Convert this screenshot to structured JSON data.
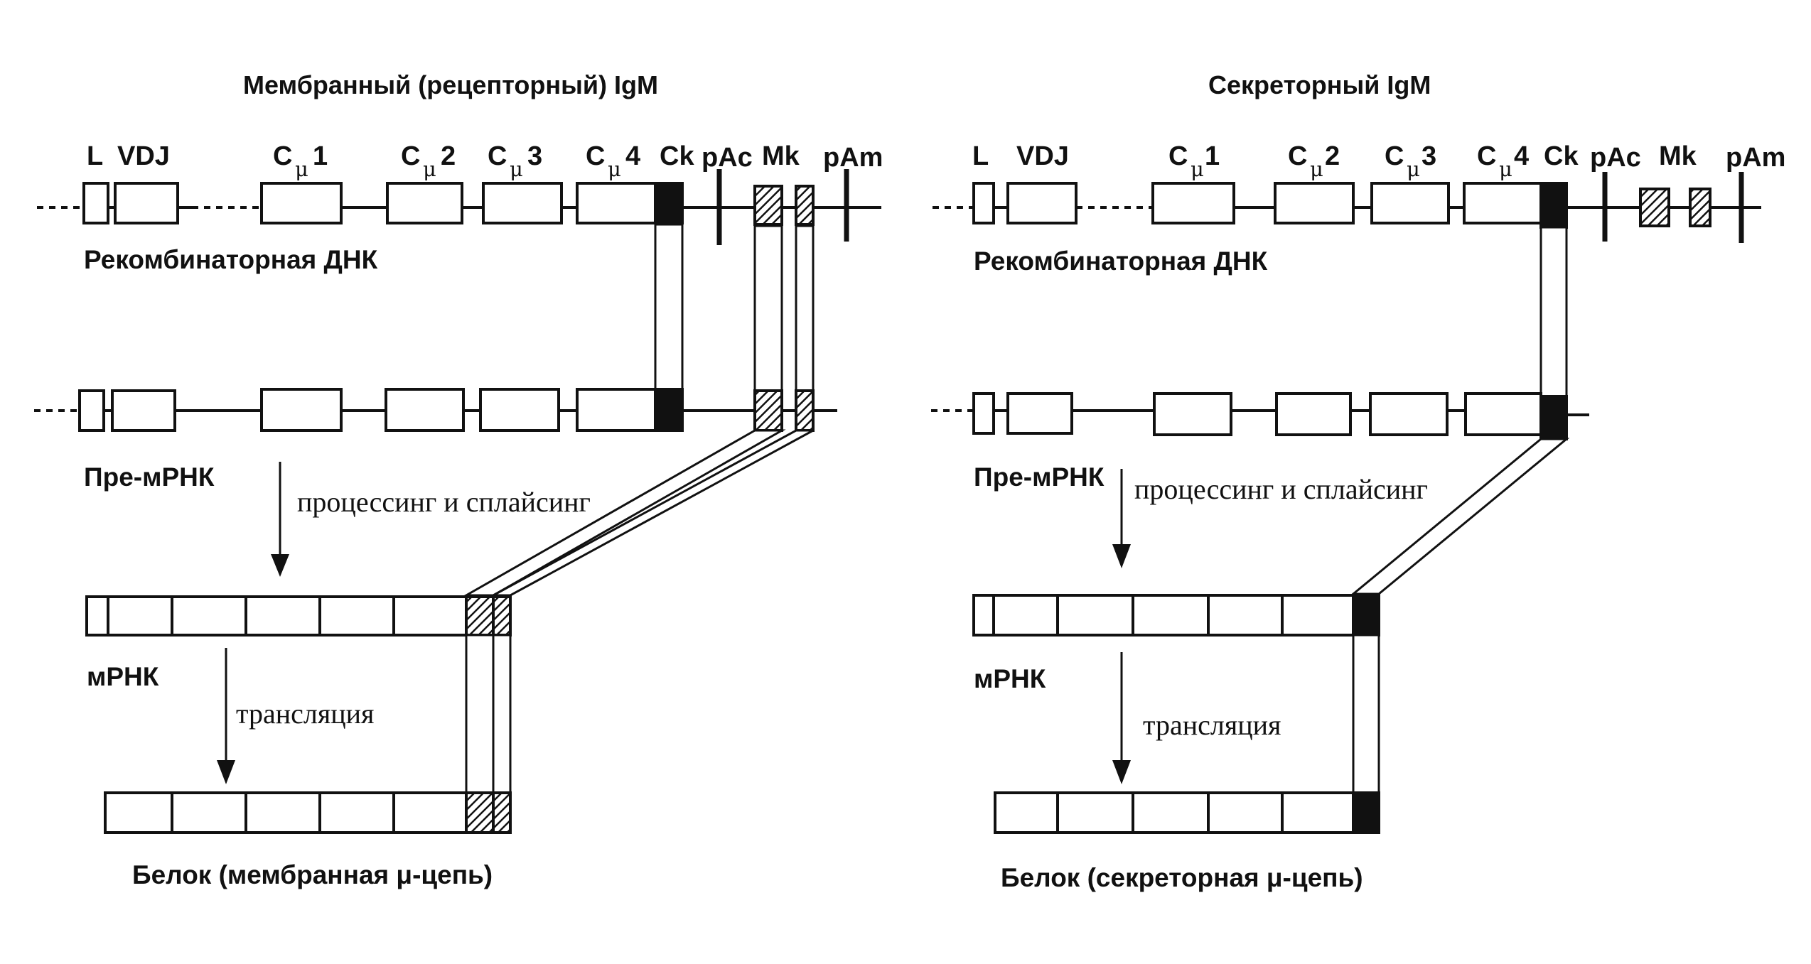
{
  "panels": {
    "membrane": {
      "title": "Мембранный (рецепторный) IgM",
      "dna_label": "Рекомбинаторная ДНК",
      "premrna_label": "Пре-мРНК",
      "process_label": "процессинг и сплайсинг",
      "mrna_label": "мРНК",
      "translation_label": "трансляция",
      "protein_label": "Белок (мембранная μ-цепь)"
    },
    "secretory": {
      "title": "Секреторный IgM",
      "dna_label": "Рекомбинаторная ДНК",
      "premrna_label": "Пре-мРНК",
      "process_label": "процессинг и сплайсинг",
      "mrna_label": "мРНК",
      "translation_label": "трансляция",
      "protein_label": "Белок (секреторная μ-цепь)"
    }
  },
  "gene_labels": {
    "L": "L",
    "VDJ": "VDJ",
    "C": "C",
    "mu": "μ",
    "n1": "1",
    "n2": "2",
    "n3": "3",
    "n4": "4",
    "Ck": "Ck",
    "pAc": "pAc",
    "Mk": "Mk",
    "pAm": "pAm"
  }
}
